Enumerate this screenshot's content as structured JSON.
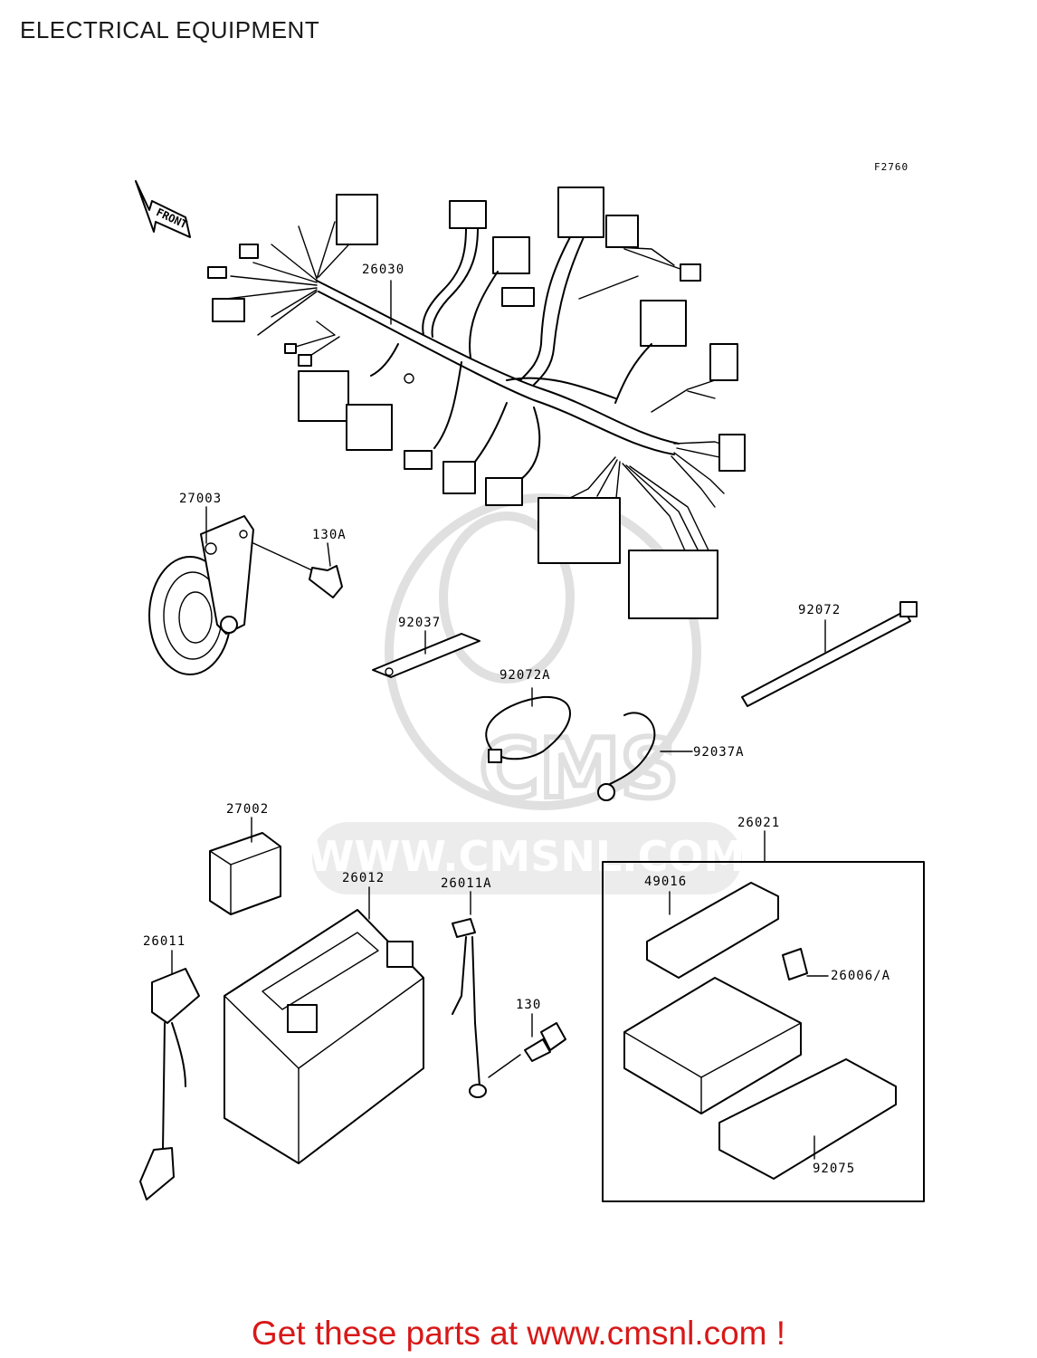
{
  "title": "ELECTRICAL EQUIPMENT",
  "figure_code": "F2760",
  "front_arrow_label": "FRONT",
  "watermark_text": "WWW.CMSNL.COM",
  "watermark_logo_text": "CMS",
  "footer": "Get these parts at www.cmsnl.com !",
  "parts": {
    "p26030": "26030",
    "p27003": "27003",
    "p130A": "130A",
    "p92037": "92037",
    "p92072A": "92072A",
    "p92072": "92072",
    "p92037A": "92037A",
    "p27002": "27002",
    "p26021": "26021",
    "p26012": "26012",
    "p26011A": "26011A",
    "p49016": "49016",
    "p26011": "26011",
    "p130": "130",
    "p26006A": "26006/A",
    "p92075": "92075"
  },
  "colors": {
    "footer": "#d81818",
    "watermark": "#e0e0e0",
    "line": "#000000"
  }
}
